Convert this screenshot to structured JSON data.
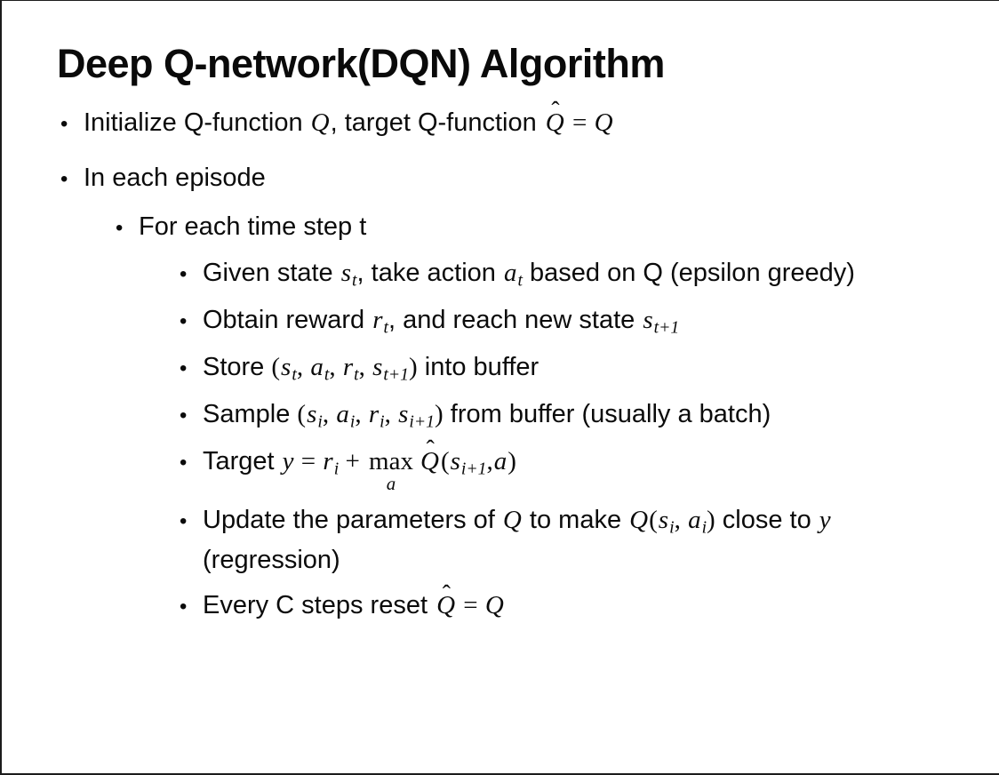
{
  "page": {
    "background": "#ffffff",
    "frame_color": "#1c1c1c",
    "text_color": "#0b0b0b"
  },
  "slide": {
    "title": "Deep Q-network(DQN) Algorithm",
    "bullet_marker": "•",
    "bullets": [
      {
        "level": 1,
        "runs": [
          {
            "s": "p",
            "t": "Initialize Q-function "
          },
          {
            "s": "m",
            "t": "Q"
          },
          {
            "s": "p",
            "t": ", target Q-function "
          },
          {
            "s": "h",
            "t": "Q"
          },
          {
            "s": "o",
            "t": " = "
          },
          {
            "s": "m",
            "t": "Q"
          }
        ]
      },
      {
        "level": 1,
        "runs": [
          {
            "s": "p",
            "t": "In each episode"
          }
        ]
      },
      {
        "level": 2,
        "runs": [
          {
            "s": "p",
            "t": "For each time step t"
          }
        ]
      },
      {
        "level": 3,
        "runs": [
          {
            "s": "p",
            "t": "Given state "
          },
          {
            "s": "m",
            "t": "s"
          },
          {
            "s": "u",
            "t": "t"
          },
          {
            "s": "p",
            "t": ", take action "
          },
          {
            "s": "m",
            "t": "a"
          },
          {
            "s": "u",
            "t": "t"
          },
          {
            "s": "p",
            "t": " based on Q (epsilon greedy)"
          }
        ]
      },
      {
        "level": 3,
        "runs": [
          {
            "s": "p",
            "t": "Obtain reward "
          },
          {
            "s": "m",
            "t": "r"
          },
          {
            "s": "u",
            "t": "t"
          },
          {
            "s": "p",
            "t": ", and reach new state "
          },
          {
            "s": "m",
            "t": "s"
          },
          {
            "s": "u",
            "t": "t+1"
          }
        ]
      },
      {
        "level": 3,
        "runs": [
          {
            "s": "p",
            "t": "Store "
          },
          {
            "s": "o",
            "t": "("
          },
          {
            "s": "m",
            "t": "s"
          },
          {
            "s": "u",
            "t": "t"
          },
          {
            "s": "o",
            "t": ", "
          },
          {
            "s": "m",
            "t": "a"
          },
          {
            "s": "u",
            "t": "t"
          },
          {
            "s": "o",
            "t": ", "
          },
          {
            "s": "m",
            "t": "r"
          },
          {
            "s": "u",
            "t": "t"
          },
          {
            "s": "o",
            "t": ", "
          },
          {
            "s": "m",
            "t": "s"
          },
          {
            "s": "u",
            "t": "t+1"
          },
          {
            "s": "o",
            "t": ")"
          },
          {
            "s": "p",
            "t": " into buffer"
          }
        ]
      },
      {
        "level": 3,
        "runs": [
          {
            "s": "p",
            "t": "Sample "
          },
          {
            "s": "o",
            "t": "("
          },
          {
            "s": "m",
            "t": "s"
          },
          {
            "s": "u",
            "t": "i"
          },
          {
            "s": "o",
            "t": ", "
          },
          {
            "s": "m",
            "t": "a"
          },
          {
            "s": "u",
            "t": "i"
          },
          {
            "s": "o",
            "t": ", "
          },
          {
            "s": "m",
            "t": "r"
          },
          {
            "s": "u",
            "t": "i"
          },
          {
            "s": "o",
            "t": ", "
          },
          {
            "s": "m",
            "t": "s"
          },
          {
            "s": "u",
            "t": "i+1"
          },
          {
            "s": "o",
            "t": ")"
          },
          {
            "s": "p",
            "t": " from buffer (usually a batch)"
          }
        ]
      },
      {
        "level": 3,
        "runs": [
          {
            "s": "p",
            "t": "Target "
          },
          {
            "s": "m",
            "t": "y"
          },
          {
            "s": "o",
            "t": " = "
          },
          {
            "s": "m",
            "t": "r"
          },
          {
            "s": "u",
            "t": "i"
          },
          {
            "s": "o",
            "t": " + "
          },
          {
            "s": "x",
            "t": "max",
            "u": "a"
          },
          {
            "s": "h",
            "t": "Q"
          },
          {
            "s": "o",
            "t": "("
          },
          {
            "s": "m",
            "t": "s"
          },
          {
            "s": "u",
            "t": "i+1"
          },
          {
            "s": "o",
            "t": ","
          },
          {
            "s": "m",
            "t": "a"
          },
          {
            "s": "o",
            "t": ")"
          }
        ]
      },
      {
        "level": 3,
        "runs": [
          {
            "s": "p",
            "t": "Update the parameters of "
          },
          {
            "s": "m",
            "t": "Q"
          },
          {
            "s": "p",
            "t": " to make "
          },
          {
            "s": "m",
            "t": "Q"
          },
          {
            "s": "o",
            "t": "("
          },
          {
            "s": "m",
            "t": "s"
          },
          {
            "s": "u",
            "t": "i"
          },
          {
            "s": "o",
            "t": ", "
          },
          {
            "s": "m",
            "t": "a"
          },
          {
            "s": "u",
            "t": "i"
          },
          {
            "s": "o",
            "t": ")"
          },
          {
            "s": "p",
            "t": " close to "
          },
          {
            "s": "m",
            "t": "y"
          },
          {
            "s": "p",
            "t": " (regression)"
          }
        ]
      },
      {
        "level": 3,
        "runs": [
          {
            "s": "p",
            "t": "Every C steps reset "
          },
          {
            "s": "h",
            "t": "Q"
          },
          {
            "s": "o",
            "t": " = "
          },
          {
            "s": "m",
            "t": "Q"
          }
        ]
      }
    ]
  }
}
